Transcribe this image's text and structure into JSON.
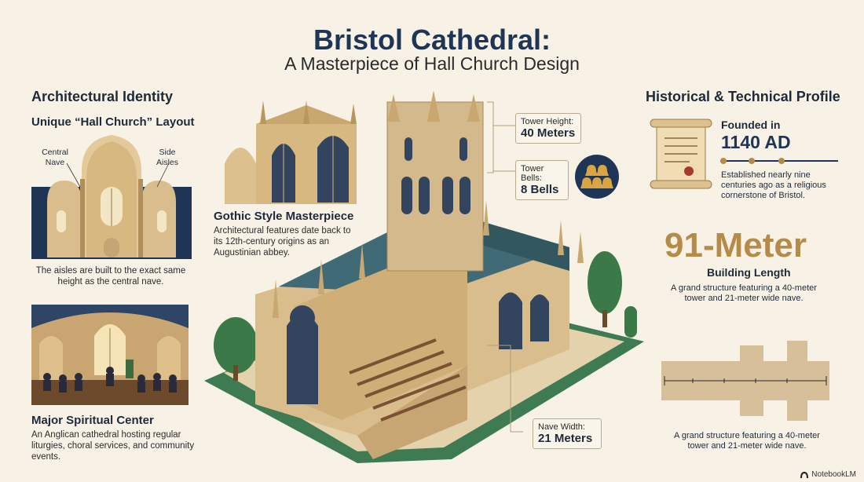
{
  "header": {
    "title": "Bristol Cathedral:",
    "subtitle": "A Masterpiece of Hall Church Design"
  },
  "left": {
    "heading": "Architectural Identity",
    "layout": {
      "title": "Unique “Hall Church” Layout",
      "central_label": "Central Nave",
      "side_label": "Side Aisles",
      "caption": "The aisles are built to the exact same height as the central nave."
    },
    "spiritual": {
      "title": "Major Spiritual Center",
      "desc": "An Anglican cathedral hosting regular liturgies, choral services, and community events."
    }
  },
  "center": {
    "gothic": {
      "title": "Gothic Style Masterpiece",
      "desc": "Architectural features date back to its 12th-century origins as an Augustinian abbey."
    },
    "callouts": {
      "tower_height_label": "Tower Height:",
      "tower_height_value": "40 Meters",
      "tower_bells_label": "Tower Bells:",
      "tower_bells_value": "8 Bells",
      "nave_width_label": "Nave Width:",
      "nave_width_value": "21 Meters"
    }
  },
  "right": {
    "heading": "Historical & Technical Profile",
    "founded_label": "Founded in",
    "founded_year": "1140 AD",
    "founded_desc": "Established nearly nine centuries ago as a religious cornerstone of Bristol.",
    "length_value": "91-Meter",
    "length_label": "Building Length",
    "length_desc": "A grand structure featuring a 40-meter tower and 21-meter wide nave.",
    "floorplan_caption": "A grand structure featuring a 40-meter tower and 21-meter wide nave."
  },
  "footer": {
    "brand": "NotebookLM"
  },
  "icons": [
    "hall-church-section-icon",
    "choir-interior-icon",
    "gothic-facade-icon",
    "cathedral-illustration",
    "bells-icon",
    "scroll-icon",
    "floorplan-icon",
    "notebooklm-logo-icon"
  ],
  "colors": {
    "background": "#f8f2e6",
    "navy": "#1e3556",
    "gold": "#b48c48",
    "stone": "#d4b98c",
    "roof": "#3f6a76",
    "lawn": "#3e7a52"
  }
}
